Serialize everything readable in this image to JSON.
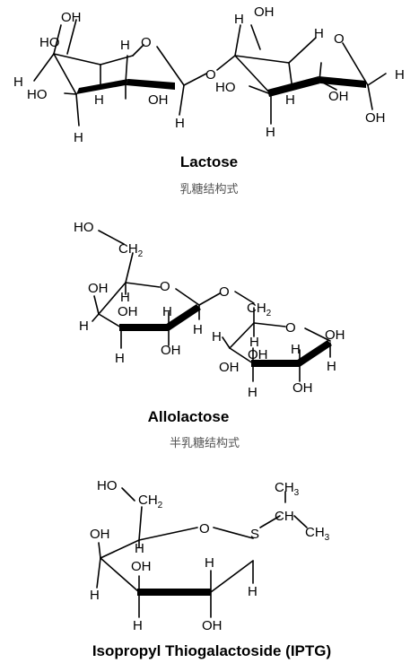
{
  "lactose": {
    "name": "Lactose",
    "caption_cn": "乳糖结构式",
    "atoms": {
      "oh": "OH",
      "h": "H",
      "ho": "HO",
      "o": "O"
    }
  },
  "allolactose": {
    "name": "Allolactose",
    "caption_cn": "半乳糖结构式",
    "atoms": {
      "ho": "HO",
      "ch": "CH",
      "two": "2",
      "oh": "OH",
      "h": "H",
      "o": "O"
    }
  },
  "iptg": {
    "name": "Isopropyl Thiogalactoside (IPTG)",
    "atoms": {
      "ho": "HO",
      "ch": "CH",
      "two": "2",
      "three": "3",
      "oh": "OH",
      "h": "H",
      "o": "O",
      "s": "S"
    }
  }
}
